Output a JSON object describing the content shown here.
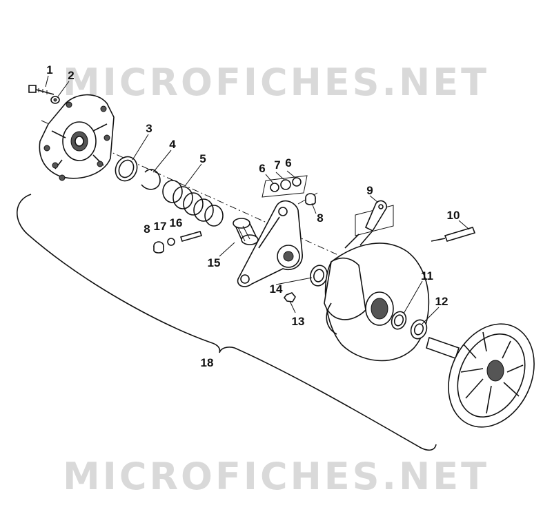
{
  "watermark": {
    "top": "MICROFICHES.NET",
    "bottom": "MICROFICHES.NET"
  },
  "callouts": [
    {
      "id": "1",
      "text": "1"
    },
    {
      "id": "2",
      "text": "2"
    },
    {
      "id": "3",
      "text": "3"
    },
    {
      "id": "4",
      "text": "4"
    },
    {
      "id": "5",
      "text": "5"
    },
    {
      "id": "6a",
      "text": "6"
    },
    {
      "id": "7",
      "text": "7"
    },
    {
      "id": "6b",
      "text": "6"
    },
    {
      "id": "8a",
      "text": "8"
    },
    {
      "id": "9",
      "text": "9"
    },
    {
      "id": "10",
      "text": "10"
    },
    {
      "id": "8b",
      "text": "8"
    },
    {
      "id": "17",
      "text": "17"
    },
    {
      "id": "16",
      "text": "16"
    },
    {
      "id": "15",
      "text": "15"
    },
    {
      "id": "11",
      "text": "11"
    },
    {
      "id": "14",
      "text": "14"
    },
    {
      "id": "12",
      "text": "12"
    },
    {
      "id": "13",
      "text": "13"
    },
    {
      "id": "18",
      "text": "18"
    }
  ]
}
